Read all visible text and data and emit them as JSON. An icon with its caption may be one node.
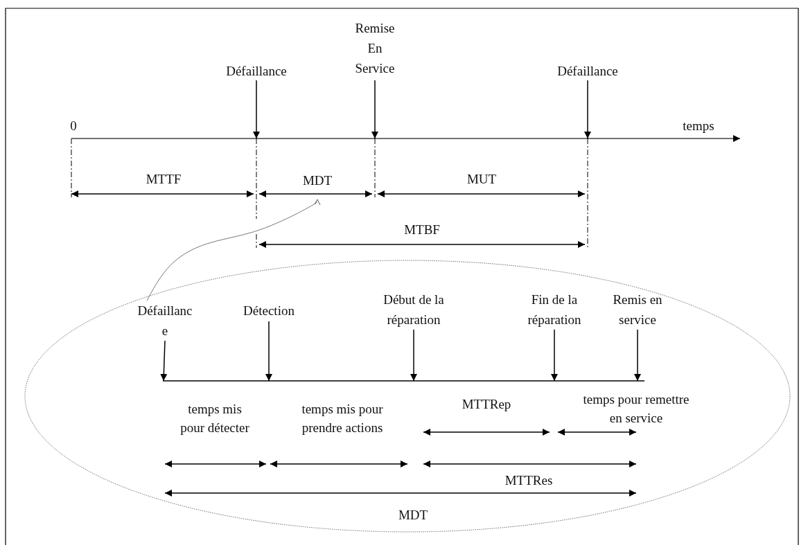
{
  "diagram": {
    "nodes": [
      {
        "text": [
          "Défaillance"
        ]
      },
      {
        "text": [
          "Remise En Service"
        ]
      },
      {
        "text": [
          "Défaillance"
        ]
      },
      {
        "text": [
          "MDT"
        ]
      },
      {
        "text": [],
        "shape": "ellipse"
      },
      {
        "text": [
          "Défaillanc e"
        ],
        "in": 4
      },
      {
        "text": [
          "Détection"
        ],
        "in": 4
      },
      {
        "text": [
          "Début de la réparation"
        ],
        "in": 4
      },
      {
        "text": [
          "Fin de la réparation"
        ],
        "in": 4
      },
      {
        "text": [
          "Remis en service"
        ],
        "in": 4
      }
    ],
    "edges": [
      {
        "from": 0,
        "to": null,
        "arrow": "to"
      },
      {
        "from": 1,
        "to": null,
        "arrow": "to"
      },
      {
        "from": 2,
        "to": null,
        "arrow": "to"
      },
      {
        "from": 4,
        "to": 3,
        "arrow": "other",
        "color": "#777777"
      },
      {
        "from": 5,
        "to": null,
        "arrow": "to"
      },
      {
        "from": 6,
        "to": null,
        "arrow": "to"
      },
      {
        "from": 7,
        "to": null,
        "arrow": "to"
      },
      {
        "from": 8,
        "to": null,
        "arrow": "to"
      },
      {
        "from": 9,
        "to": null,
        "arrow": "to"
      }
    ],
    "labels": [
      "0",
      "temps",
      "MTTF",
      "MUT",
      "MTBF",
      "temps mis pour détecter",
      "temps mis pour prendre actions",
      "MTTRep",
      "temps pour remettre en service",
      "MTTRes",
      "MDT"
    ]
  }
}
